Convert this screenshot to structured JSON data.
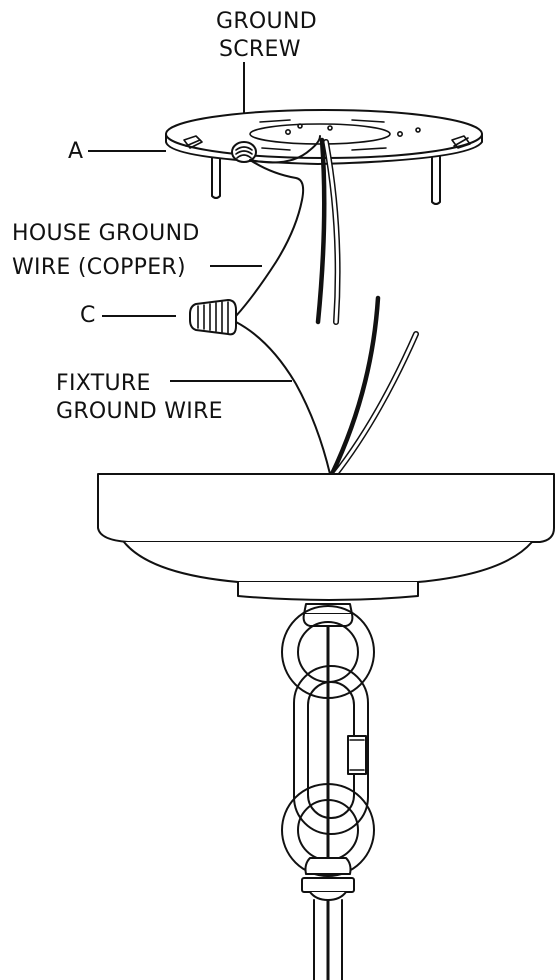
{
  "labels": {
    "ground_screw_line1": "GROUND",
    "ground_screw_line2": "SCREW",
    "a": "A",
    "house_ground_line1": "HOUSE GROUND",
    "house_ground_line2": "WIRE (COPPER)",
    "c": "C",
    "fixture_ground_line1": "FIXTURE",
    "fixture_ground_line2": "GROUND WIRE"
  },
  "colors": {
    "line": "#111111",
    "background": "#ffffff"
  }
}
